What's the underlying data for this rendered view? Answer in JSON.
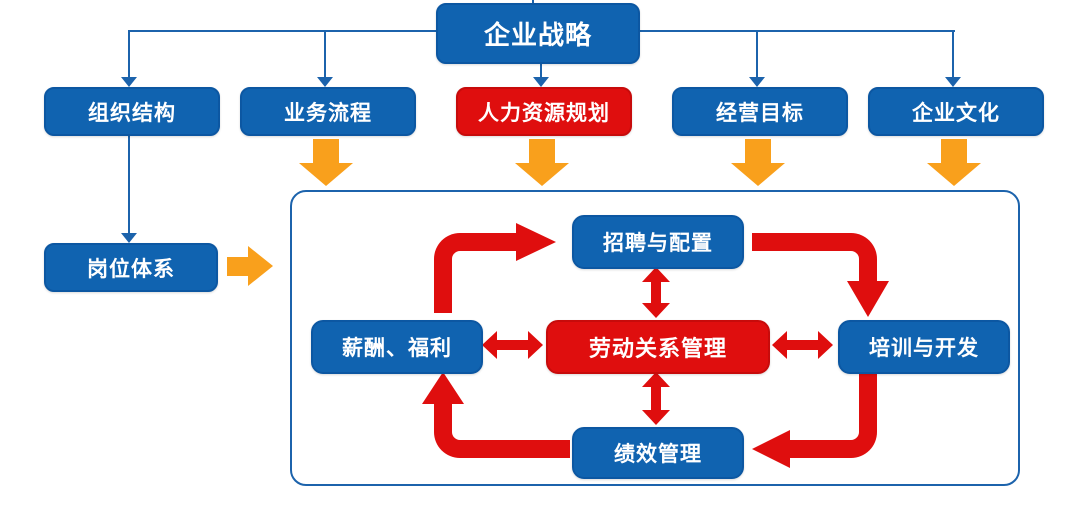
{
  "diagram": {
    "type": "hr-strategy-flow",
    "palette": {
      "node_blue": "#1063b0",
      "node_red": "#df0e0e",
      "arrow_orange": "#f9a01c",
      "arrow_red": "#df0e0e",
      "connector_blue": "#1c63ac",
      "text": "#ffffff",
      "background": "#ffffff"
    },
    "nodes": {
      "strategy": {
        "label": "企业战略",
        "color": "blue"
      },
      "org_structure": {
        "label": "组织结构",
        "color": "blue"
      },
      "business_process": {
        "label": "业务流程",
        "color": "blue"
      },
      "hr_planning": {
        "label": "人力资源规划",
        "color": "red"
      },
      "business_goals": {
        "label": "经营目标",
        "color": "blue"
      },
      "corporate_culture": {
        "label": "企业文化",
        "color": "blue"
      },
      "position_system": {
        "label": "岗位体系",
        "color": "blue"
      },
      "recruitment": {
        "label": "招聘与配置",
        "color": "blue"
      },
      "compensation": {
        "label": "薪酬、福利",
        "color": "blue"
      },
      "labor_relations": {
        "label": "劳动关系管理",
        "color": "red"
      },
      "training": {
        "label": "培训与开发",
        "color": "blue"
      },
      "performance": {
        "label": "绩效管理",
        "color": "blue"
      }
    },
    "edges": [
      {
        "from": "strategy",
        "to": "org_structure",
        "style": "blue-line-arrow"
      },
      {
        "from": "strategy",
        "to": "business_process",
        "style": "blue-line-arrow"
      },
      {
        "from": "strategy",
        "to": "hr_planning",
        "style": "blue-line-arrow"
      },
      {
        "from": "strategy",
        "to": "business_goals",
        "style": "blue-line-arrow"
      },
      {
        "from": "strategy",
        "to": "corporate_culture",
        "style": "blue-line-arrow"
      },
      {
        "from": "org_structure",
        "to": "position_system",
        "style": "blue-line-arrow"
      },
      {
        "from": "business_process",
        "to": "hr-cycle-frame",
        "style": "orange-block-arrow"
      },
      {
        "from": "hr_planning",
        "to": "hr-cycle-frame",
        "style": "orange-block-arrow"
      },
      {
        "from": "business_goals",
        "to": "hr-cycle-frame",
        "style": "orange-block-arrow"
      },
      {
        "from": "corporate_culture",
        "to": "hr-cycle-frame",
        "style": "orange-block-arrow"
      },
      {
        "from": "position_system",
        "to": "hr-cycle-frame",
        "style": "orange-block-arrow"
      },
      {
        "from": "compensation",
        "to": "recruitment",
        "style": "red-elbow-arrow"
      },
      {
        "from": "recruitment",
        "to": "training",
        "style": "red-elbow-arrow"
      },
      {
        "from": "training",
        "to": "performance",
        "style": "red-elbow-arrow"
      },
      {
        "from": "performance",
        "to": "compensation",
        "style": "red-elbow-arrow"
      },
      {
        "from": "labor_relations",
        "to": "recruitment",
        "style": "red-double-arrow"
      },
      {
        "from": "labor_relations",
        "to": "performance",
        "style": "red-double-arrow"
      },
      {
        "from": "labor_relations",
        "to": "compensation",
        "style": "red-double-arrow"
      },
      {
        "from": "labor_relations",
        "to": "training",
        "style": "red-double-arrow"
      }
    ]
  }
}
